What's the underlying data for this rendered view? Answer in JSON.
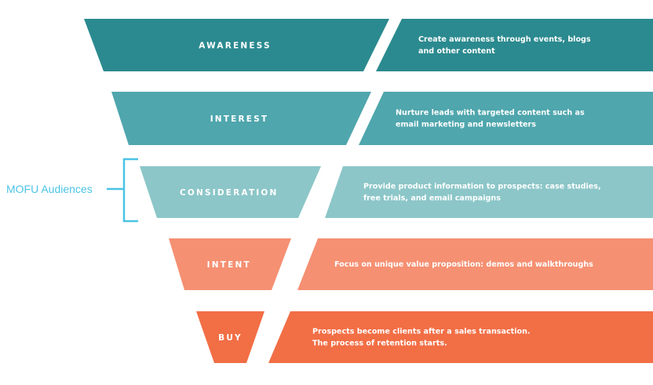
{
  "funnel": {
    "stages": [
      {
        "label": "AWARENESS",
        "color": "#2b8a8f",
        "description": [
          "Create awareness through events, blogs",
          "and other content"
        ]
      },
      {
        "label": "INTEREST",
        "color": "#4fa6ad",
        "description": [
          "Nurture leads with targeted content such as",
          "email marketing and newsletters"
        ]
      },
      {
        "label": "CONSIDERATION",
        "color": "#8cc6c8",
        "description": [
          "Provide product information to prospects: case studies,",
          "free trials, and email campaigns"
        ]
      },
      {
        "label": "INTENT",
        "color": "#f59072",
        "description": [
          "Focus on unique value proposition: demos and walkthroughs"
        ]
      },
      {
        "label": "BUY",
        "color": "#f26e45",
        "description": [
          "Prospects become clients after a sales transaction.",
          "The process of retention starts."
        ]
      }
    ]
  },
  "annotation": {
    "label": "MOFU Audiences",
    "color": "#4cc3e6"
  }
}
